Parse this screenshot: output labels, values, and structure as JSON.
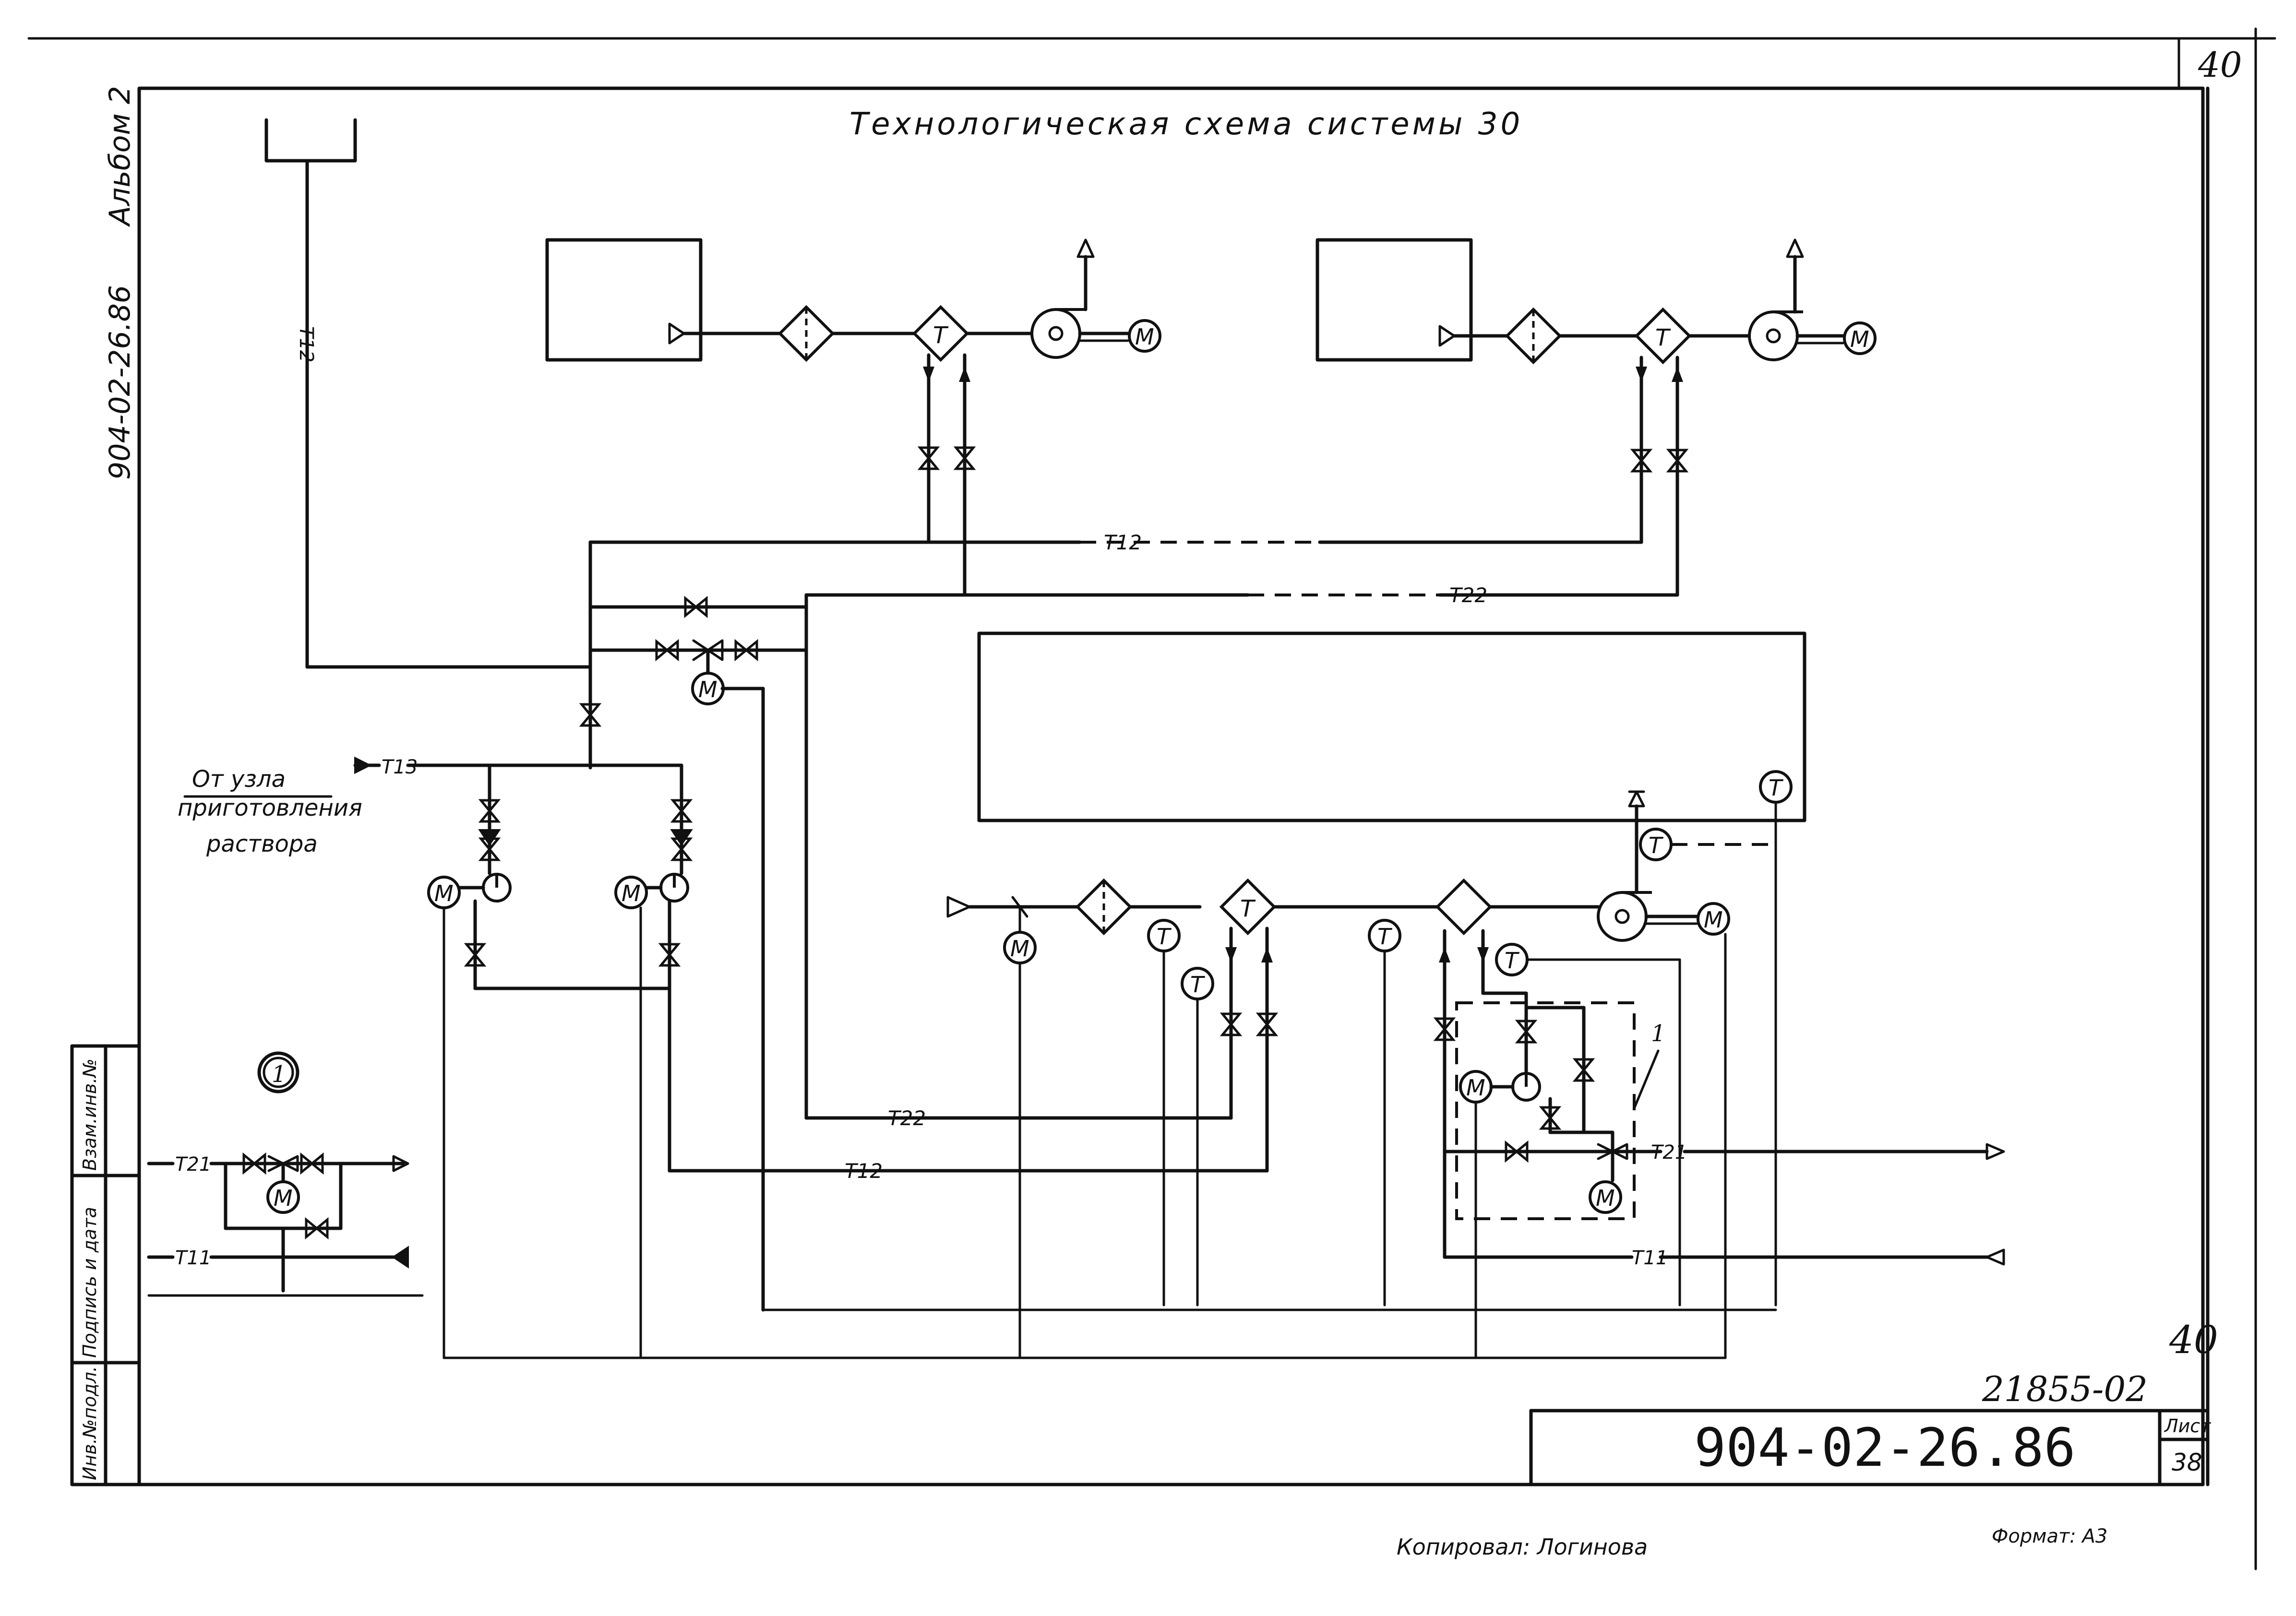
{
  "page_number": "40",
  "title": "Технологическая схема системы 30",
  "side_strip": {
    "album": "Альбом 2",
    "code": "904-02-26.86"
  },
  "stamp": {
    "col_inv_podl": "Инв.№подл.",
    "col_podpis_data": "Подпись и дата",
    "col_vzam_inv": "Взам.инв.№",
    "designation": "904-02-26.86",
    "sheet_label": "Лист",
    "sheet_number": "38",
    "order_number": "21855-02"
  },
  "footer": {
    "copied_by": "Копировал: Логинова",
    "format": "Формат: А3"
  },
  "source_label": {
    "line1": "От узла",
    "line2": "приготовления",
    "line3": "раствора"
  },
  "pipes": {
    "t12": "Т12",
    "t22": "Т22",
    "t13": "Т13",
    "t21": "Т21",
    "t11": "Т11"
  },
  "symbols": {
    "motor": "М",
    "thermo": "Т"
  },
  "node_label": "1",
  "detail_label": "1"
}
